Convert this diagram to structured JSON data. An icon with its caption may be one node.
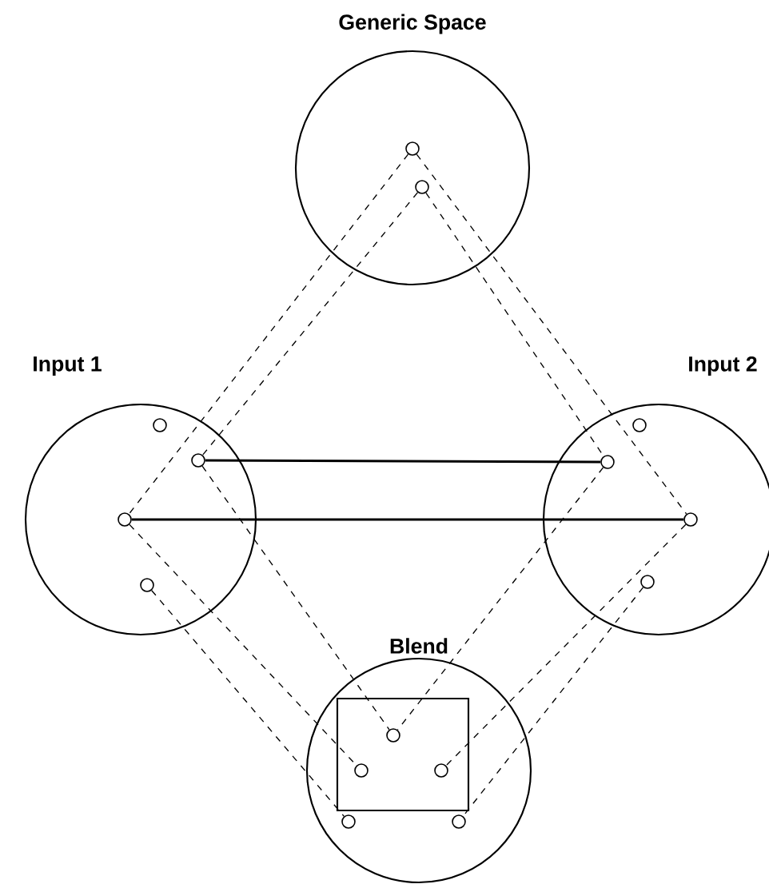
{
  "diagram": {
    "nodes": [
      {
        "text": [
          "Generic Space"
        ]
      },
      {
        "text": [],
        "shape": "circle",
        "in": 0
      },
      {
        "text": [],
        "shape": "circle",
        "in": 0
      },
      {
        "text": [
          "Input 1"
        ]
      },
      {
        "text": [],
        "shape": "circle",
        "in": 3
      },
      {
        "text": [],
        "shape": "circle",
        "in": 3
      },
      {
        "text": [],
        "shape": "circle",
        "in": 3
      },
      {
        "text": [],
        "shape": "circle",
        "in": 3
      },
      {
        "text": [
          "Input 2"
        ]
      },
      {
        "text": [],
        "shape": "circle",
        "in": 8
      },
      {
        "text": [],
        "shape": "circle",
        "in": 8
      },
      {
        "text": [],
        "shape": "circle",
        "in": 8
      },
      {
        "text": [],
        "shape": "circle",
        "in": 8
      },
      {
        "text": [
          "Blend"
        ]
      },
      {
        "text": [],
        "shape": "box",
        "in": 13
      },
      {
        "text": [],
        "shape": "circle",
        "in": 14
      },
      {
        "text": [],
        "shape": "circle",
        "in": 14
      },
      {
        "text": [],
        "shape": "circle",
        "in": 14
      },
      {
        "text": [],
        "shape": "circle",
        "in": 13
      },
      {
        "text": [],
        "shape": "circle",
        "in": 13
      }
    ],
    "edges": [
      {
        "from": 5,
        "to": 10,
        "arrow": "none"
      },
      {
        "from": 6,
        "to": 11,
        "arrow": "none"
      },
      {
        "from": 1,
        "to": 6,
        "arrow": "none",
        "style": "dashed"
      },
      {
        "from": 1,
        "to": 11,
        "arrow": "none",
        "style": "dashed"
      },
      {
        "from": 2,
        "to": 5,
        "arrow": "none",
        "style": "dashed"
      },
      {
        "from": 2,
        "to": 10,
        "arrow": "none",
        "style": "dashed"
      },
      {
        "from": 5,
        "to": 15,
        "arrow": "none",
        "style": "dashed"
      },
      {
        "from": 10,
        "to": 15,
        "arrow": "none",
        "style": "dashed"
      },
      {
        "from": 6,
        "to": 16,
        "arrow": "none",
        "style": "dashed"
      },
      {
        "from": 11,
        "to": 17,
        "arrow": "none",
        "style": "dashed"
      },
      {
        "from": 7,
        "to": 18,
        "arrow": "none",
        "style": "dashed"
      },
      {
        "from": 12,
        "to": 19,
        "arrow": "none",
        "style": "dashed"
      }
    ]
  }
}
